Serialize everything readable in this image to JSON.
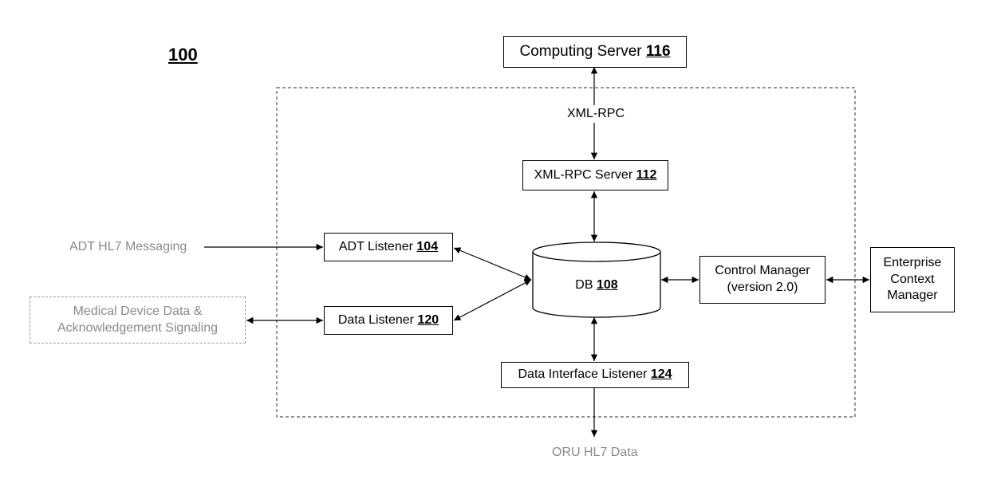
{
  "figure_number": "100",
  "computing_server": {
    "name": "Computing Server",
    "ref": "116"
  },
  "xml_rpc_label": "XML-RPC",
  "xml_rpc_server": {
    "name": "XML-RPC Server",
    "ref": "112"
  },
  "adt_messaging_label": "ADT HL7 Messaging",
  "adt_listener": {
    "name": "ADT Listener",
    "ref": "104"
  },
  "database": {
    "name": "DB",
    "ref": "108"
  },
  "control_manager": {
    "line1": "Control Manager",
    "line2": "(version 2.0)"
  },
  "enterprise_context_manager": {
    "line1": "Enterprise",
    "line2": "Context",
    "line3": "Manager"
  },
  "medical_device_data": {
    "line1": "Medical Device Data &",
    "line2": "Acknowledgement Signaling"
  },
  "data_listener": {
    "name": "Data Listener",
    "ref": "120"
  },
  "data_interface_listener": {
    "name": "Data Interface Listener",
    "ref": "124"
  },
  "oru_label": "ORU HL7 Data",
  "colors": {
    "line": "#000000",
    "muted_text": "#8a8a8a",
    "muted_border": "#9a9a9a"
  }
}
